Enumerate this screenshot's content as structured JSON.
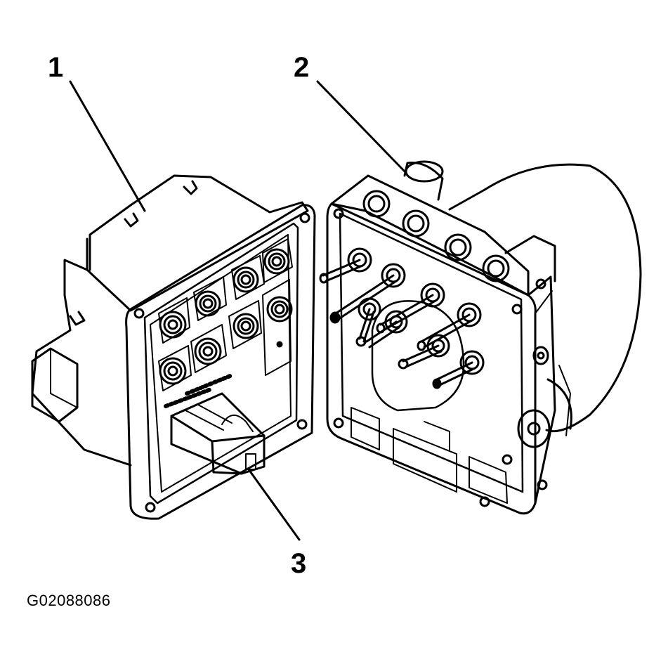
{
  "figure": {
    "callouts": [
      "1",
      "2",
      "3"
    ],
    "figure_id": "G02088086"
  },
  "colors": {
    "ink": "#000000",
    "paper": "#ffffff"
  }
}
